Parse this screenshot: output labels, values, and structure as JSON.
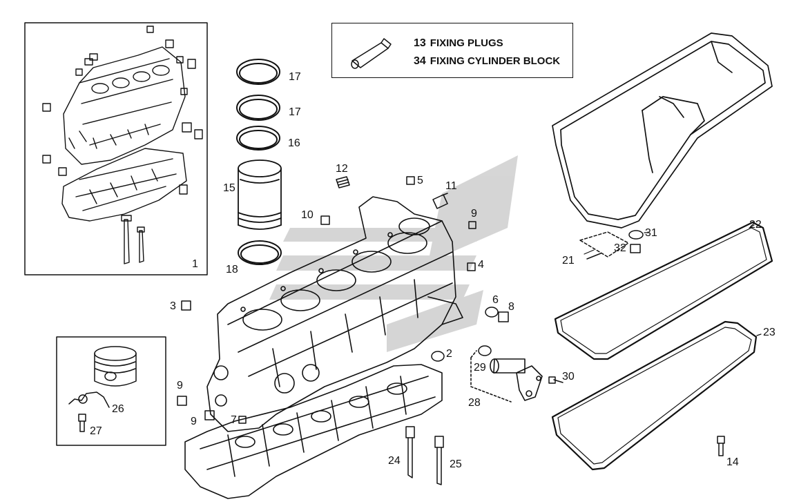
{
  "legend": {
    "rows": [
      {
        "number": "13",
        "text": "FIXING PLUGS"
      },
      {
        "number": "34",
        "text": "FIXING CYLINDER BLOCK"
      }
    ]
  },
  "callouts": {
    "c1": "1",
    "c2": "2",
    "c3": "3",
    "c4": "4",
    "c5": "5",
    "c6": "6",
    "c7": "7",
    "c8": "8",
    "c9a": "9",
    "c9b": "9",
    "c9c": "9",
    "c10": "10",
    "c11": "11",
    "c12": "12",
    "c14": "14",
    "c15": "15",
    "c16": "16",
    "c17a": "17",
    "c17b": "17",
    "c18": "18",
    "c21": "21",
    "c22": "22",
    "c23": "23",
    "c24": "24",
    "c25": "25",
    "c26": "26",
    "c27": "27",
    "c28": "28",
    "c29": "29",
    "c30": "30",
    "c31": "31",
    "c32": "32"
  },
  "colors": {
    "line": "#111111",
    "watermark": "#c8c8c8"
  }
}
